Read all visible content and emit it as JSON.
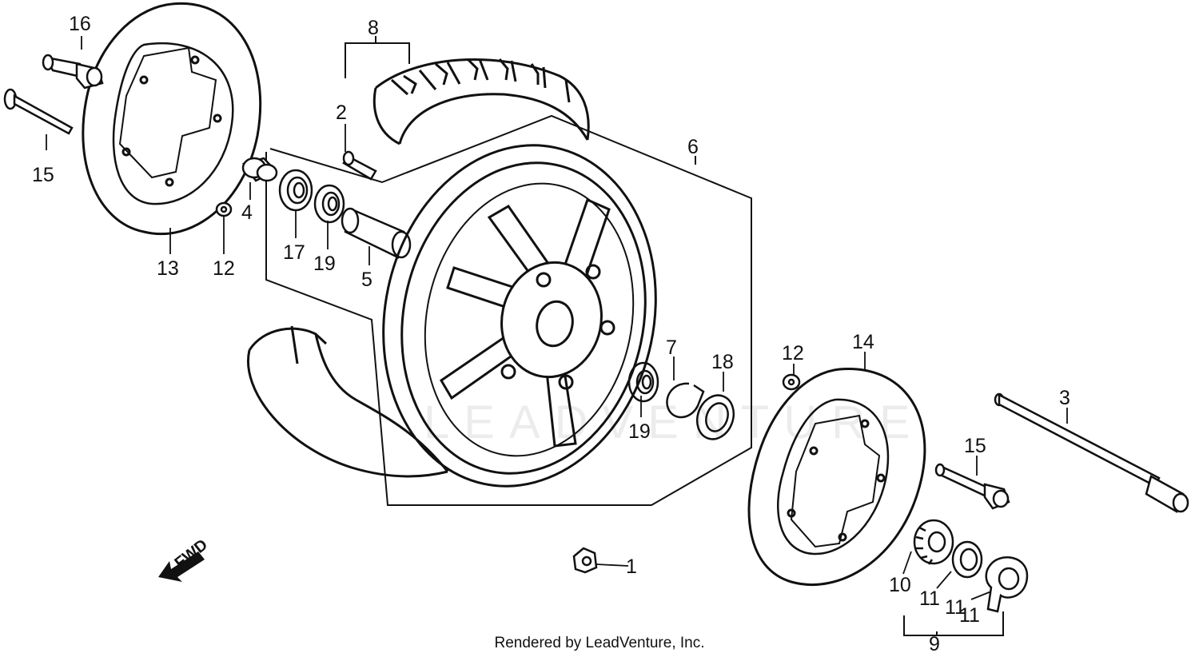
{
  "diagram": {
    "callouts": [
      "1",
      "2",
      "3",
      "4",
      "5",
      "6",
      "7",
      "8",
      "9",
      "10",
      "11",
      "11",
      "11",
      "12",
      "12",
      "13",
      "14",
      "15",
      "15",
      "16",
      "17",
      "18",
      "19",
      "19"
    ],
    "direction_label": "FWD",
    "watermark": "LEADVENTURE",
    "footer": "Rendered by LeadVenture, Inc."
  },
  "colors": {
    "ink": "#111111",
    "background": "#ffffff"
  }
}
